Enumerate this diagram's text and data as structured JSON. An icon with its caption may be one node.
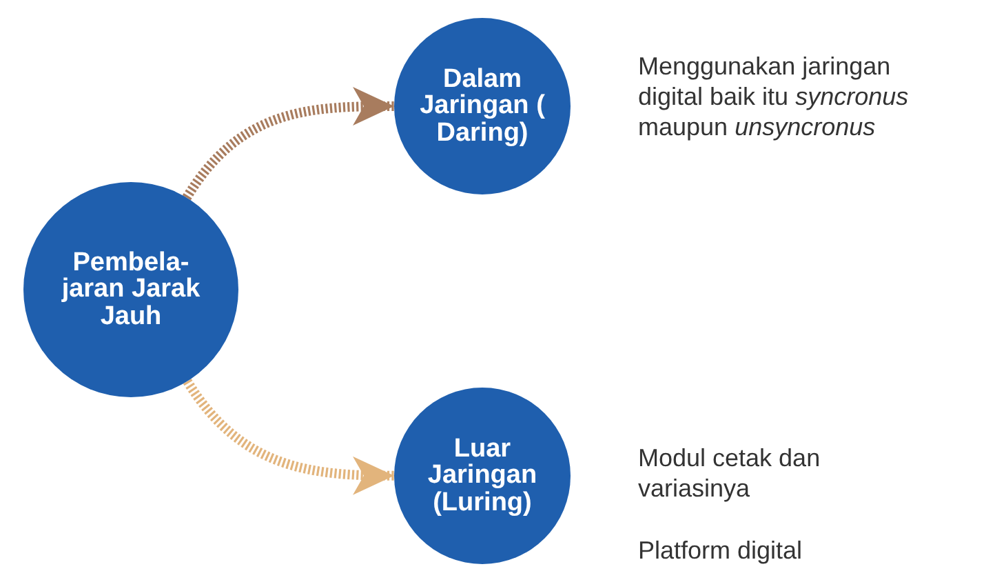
{
  "diagram": {
    "nodes": [
      {
        "text": [
          "Pembela- jaran Jarak Jauh"
        ]
      },
      {
        "text": [
          "Dalam Jaringan ( Daring)"
        ],
        "beside": [
          "Menggunakan jaringan digital baik itu *syncronus* maupun *unsyncronus*"
        ]
      },
      {
        "text": [
          "Luar Jaringan (Luring)"
        ],
        "beside": [
          "Modul cetak dan variasinya",
          "Platform digital"
        ]
      }
    ],
    "edges": [
      {
        "from": 0,
        "to": 1,
        "arrow": "to",
        "color": "#a87c5e"
      },
      {
        "from": 0,
        "to": 2,
        "arrow": "to",
        "color": "#e2b47c"
      }
    ]
  }
}
